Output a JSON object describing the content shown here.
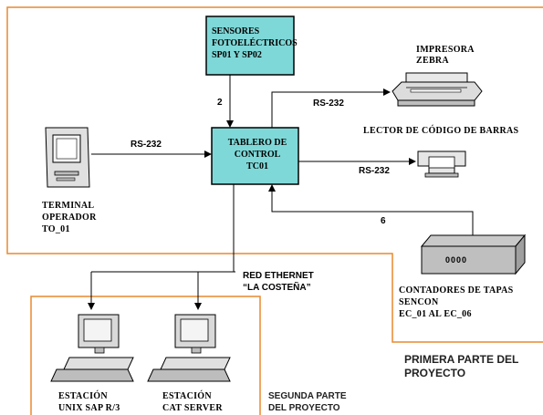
{
  "nodes": {
    "sensors": {
      "lines": [
        "SENSORES",
        "FOTOELÉCTRICOS",
        "SP01 Y SP02"
      ]
    },
    "control_panel": {
      "lines": [
        "TABLERO DE",
        "CONTROL",
        "TC01"
      ]
    },
    "printer": {
      "lines": [
        "IMPRESORA",
        "ZEBRA"
      ]
    },
    "barcode_reader": {
      "label": "LECTOR DE CÓDIGO DE BARRAS"
    },
    "terminal": {
      "lines": [
        "TERMINAL",
        "OPERADOR",
        "TO_01"
      ]
    },
    "counters": {
      "lines": [
        "CONTADORES DE TAPAS",
        "SENCON",
        "EC_01 AL EC_06"
      ],
      "display": "0000"
    },
    "station_sap": {
      "lines": [
        "ESTACIÓN",
        "UNIX SAP R/3"
      ]
    },
    "station_cat": {
      "lines": [
        "ESTACIÓN",
        "CAT SERVER"
      ]
    }
  },
  "edges": {
    "sensors_to_panel": "2",
    "terminal_to_panel": "RS-232",
    "panel_to_printer": "RS-232",
    "panel_to_reader": "RS-232",
    "counters_to_panel": "6"
  },
  "network": {
    "lines": [
      "RED ETHERNET",
      "“LA COSTEÑA”"
    ]
  },
  "phases": {
    "first": {
      "lines": [
        "PRIMERA PARTE DEL",
        "PROYECTO"
      ],
      "color": "#e8892f"
    },
    "second": {
      "lines": [
        "SEGUNDA PARTE",
        "DEL PROYECTO"
      ],
      "color": "#e8892f"
    }
  },
  "colors": {
    "box_fill": "#7fd8d8",
    "border": "#e8892f"
  }
}
